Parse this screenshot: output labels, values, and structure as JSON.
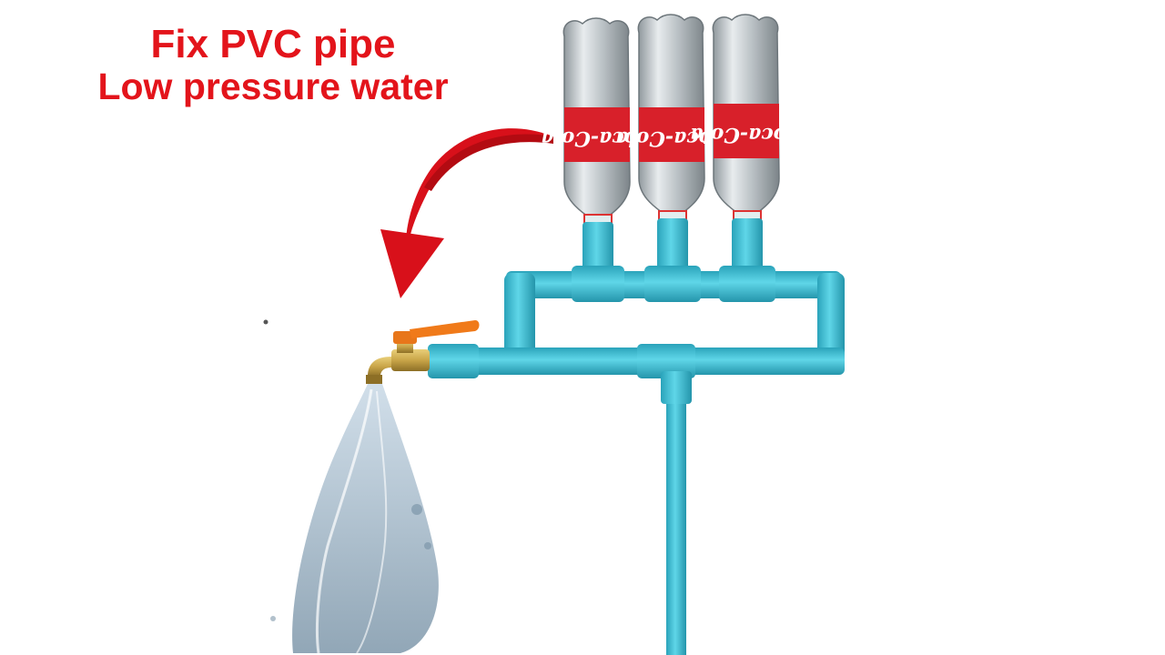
{
  "headline": {
    "line1": "Fix PVC pipe",
    "line2": "Low pressure water"
  },
  "bottles": [
    {
      "label": "Coca-Cola"
    },
    {
      "label": "Coca-Cola"
    },
    {
      "label": "Coca-Cola"
    }
  ],
  "colors": {
    "headline": "#e3141b",
    "arrow": "#d8101a",
    "pipe": "#3ec3d8",
    "pipe_shadow": "#2aa3ba",
    "bottle_label": "#d8202a",
    "faucet_brass": "#c9a548",
    "faucet_handle": "#f07a1a",
    "water": "#9db6c8"
  }
}
